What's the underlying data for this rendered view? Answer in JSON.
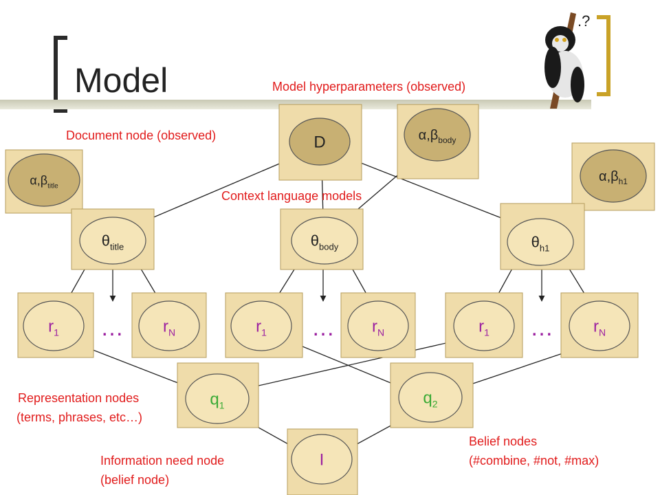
{
  "slide": {
    "title": "Model",
    "annotations": {
      "hyperparams": "Model hyperparameters (observed)",
      "document_node": "Document node (observed)",
      "context_models": "Context language models",
      "representation_line1": "Representation nodes",
      "representation_line2": "(terms, phrases, etc…)",
      "belief_line1": "Belief nodes",
      "belief_line2": "(#combine, #not,  #max)",
      "info_need_line1": "Information need node",
      "info_need_line2": "(belief node)"
    }
  },
  "nodes": {
    "D": "D",
    "hyper_body": {
      "base": "α,β",
      "sub": "body"
    },
    "hyper_title": {
      "base": "α,β",
      "sub": "title"
    },
    "hyper_h1": {
      "base": "α,β",
      "sub": "h1"
    },
    "theta_title": {
      "base": "θ",
      "sub": "title"
    },
    "theta_body": {
      "base": "θ",
      "sub": "body"
    },
    "theta_h1": {
      "base": "θ",
      "sub": "h1"
    },
    "r1": {
      "base": "r",
      "sub": "1"
    },
    "rN": {
      "base": "r",
      "sub": "N"
    },
    "ellipsis": "…",
    "q1": {
      "base": "q",
      "sub": "1"
    },
    "q2": {
      "base": "q",
      "sub": "2"
    },
    "I": "I",
    "mascot_question": "?"
  },
  "colors": {
    "box_fill": "#efdcaa",
    "ellipse_fill": "#f5e5b8",
    "observed_fill": "#c8b073",
    "annotation": "#e11b1b",
    "green_text": "#3aaa35",
    "purple_text": "#9b1fa0",
    "edge": "#222222"
  }
}
